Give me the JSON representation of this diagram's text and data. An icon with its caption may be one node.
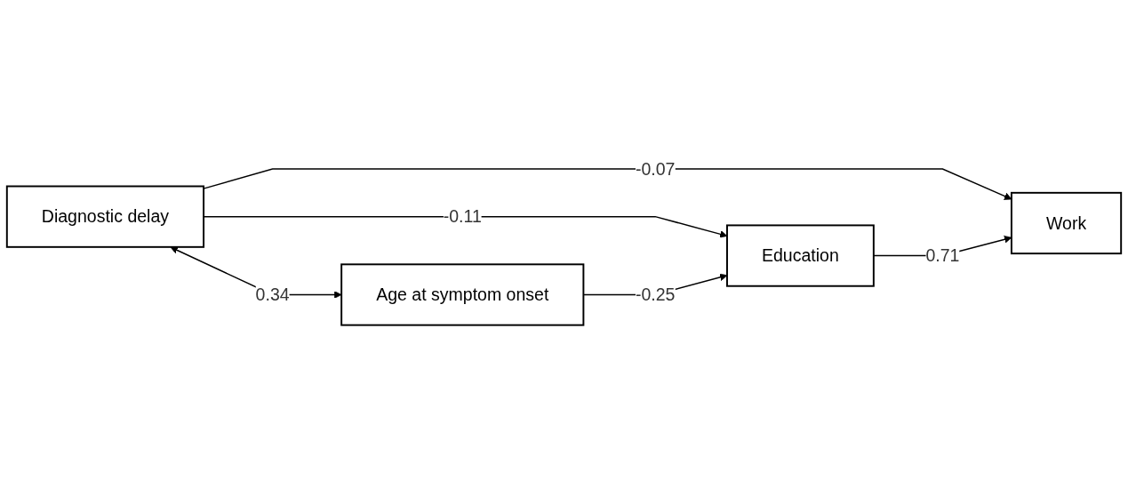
{
  "diagram": {
    "nodes": [
      {
        "text": [
          "Diagnostic delay"
        ]
      },
      {
        "text": [
          "Age at symptom onset"
        ]
      },
      {
        "text": [
          "Education"
        ]
      },
      {
        "text": [
          "Work"
        ]
      }
    ],
    "edges": [
      {
        "from": 0,
        "to": 2,
        "arrow": "to",
        "label": "-0.11"
      },
      {
        "from": 0,
        "to": 3,
        "arrow": "to",
        "label": "-0.07"
      },
      {
        "from": 0,
        "to": 1,
        "arrow": "both",
        "label": "0.34"
      },
      {
        "from": 1,
        "to": 2,
        "arrow": "to",
        "label": "-0.25"
      },
      {
        "from": 2,
        "to": 3,
        "arrow": "to",
        "label": "0.71"
      }
    ]
  }
}
